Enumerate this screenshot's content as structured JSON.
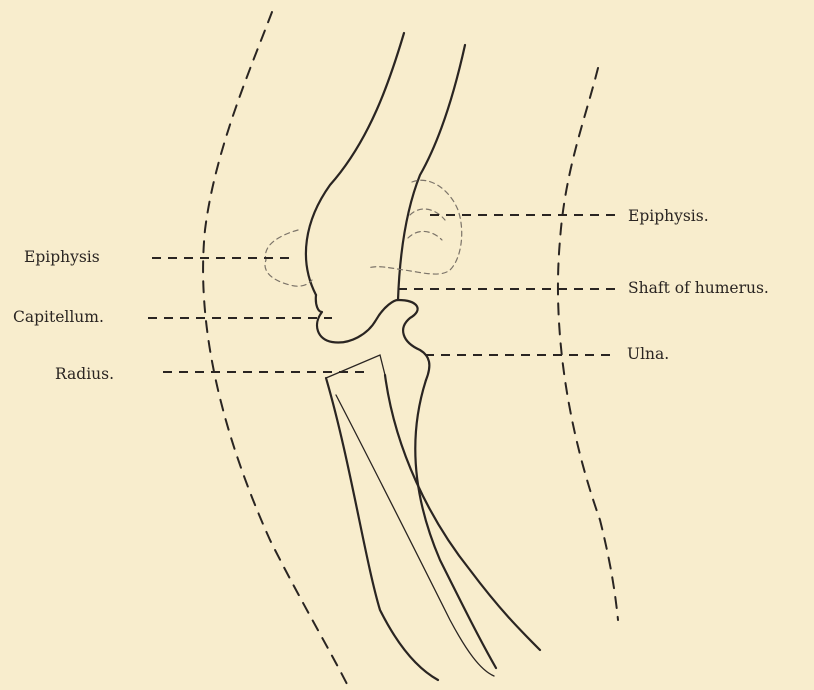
{
  "labels": {
    "epiphysis_left": "Epiphysis",
    "capitellum": "Capitellum.",
    "radius": "Radius.",
    "epiphysis_right": "Epiphysis.",
    "shaft_of_humerus": "Shaft of humerus.",
    "ulna": "Ulna."
  },
  "colors": {
    "background": "#f8edcd",
    "ink": "#2a2522"
  }
}
